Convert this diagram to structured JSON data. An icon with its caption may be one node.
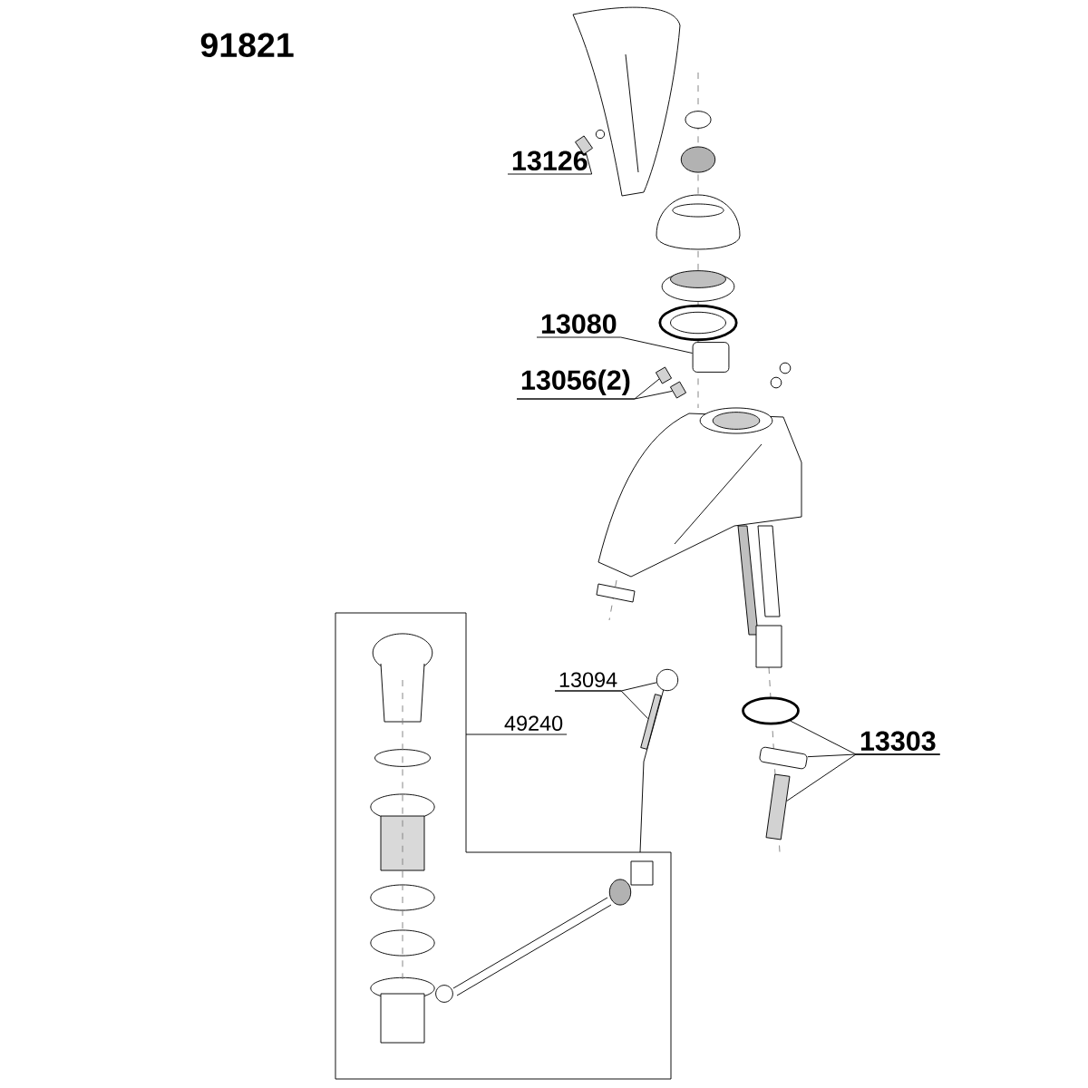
{
  "diagram": {
    "nodes": [
      {
        "text": [
          "13126"
        ]
      },
      {
        "text": [],
        "shape": "picture"
      },
      {
        "text": [
          "13080"
        ]
      },
      {
        "text": [],
        "shape": "box"
      },
      {
        "text": [
          "13056(2)"
        ]
      },
      {
        "text": [],
        "shape": "picture"
      },
      {
        "text": [],
        "shape": "picture"
      },
      {
        "text": [
          "13094"
        ]
      },
      {
        "text": [],
        "shape": "circle"
      },
      {
        "text": [],
        "shape": "picture"
      },
      {
        "text": [
          "49240"
        ]
      },
      {
        "text": [
          "13303"
        ]
      },
      {
        "text": [],
        "shape": "circle"
      },
      {
        "text": [],
        "shape": "box"
      },
      {
        "text": [],
        "shape": "picture"
      }
    ],
    "edges": [
      {
        "from": 0,
        "to": 1,
        "arrow": "none"
      },
      {
        "from": 2,
        "to": 3,
        "arrow": "none"
      },
      {
        "from": 4,
        "to": 5,
        "arrow": "none"
      },
      {
        "from": 4,
        "to": 6,
        "arrow": "none"
      },
      {
        "from": 7,
        "to": 8,
        "arrow": "none"
      },
      {
        "from": 7,
        "to": 9,
        "arrow": "none"
      },
      {
        "from": 10,
        "to": null,
        "arrow": "none"
      },
      {
        "from": 11,
        "to": 12,
        "arrow": "none"
      },
      {
        "from": 11,
        "to": 13,
        "arrow": "none"
      },
      {
        "from": 11,
        "to": 14,
        "arrow": "none"
      }
    ],
    "labels": [
      "91821"
    ]
  }
}
